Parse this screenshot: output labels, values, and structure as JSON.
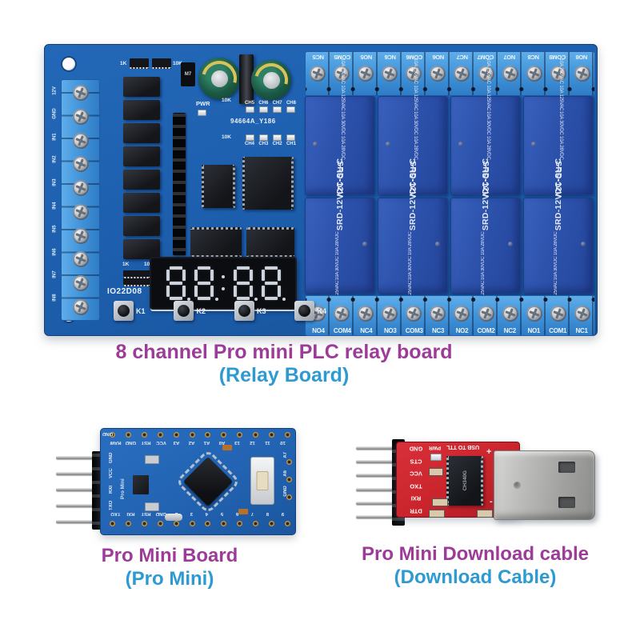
{
  "captions": {
    "relay": {
      "title": "8 channel Pro mini PLC relay board",
      "subtitle": "(Relay Board)"
    },
    "pro_mini": {
      "title": "Pro Mini Board",
      "subtitle": "(Pro Mini)"
    },
    "cable": {
      "title": "Pro Mini Download cable",
      "subtitle": "(Download Cable)"
    }
  },
  "colors": {
    "title_purple": "#9c3c98",
    "subtitle_blue": "#2d9ad2",
    "relay_pcb_blue": "#1f63b3",
    "relay_body_blue": "#2d53ad",
    "terminal_strip_blue": "#459ade",
    "pro_mini_pcb_blue": "#2467b8",
    "cable_pcb_red": "#c9242c"
  },
  "relay_board": {
    "display_value": "8.8.8.8",
    "silk": {
      "model": "IO22D08",
      "pwr": "PWR",
      "code": "94664A_Y186",
      "res_a": "1K",
      "res_b": "10K",
      "diode": "M7"
    },
    "relay_print": {
      "line1": "10A 250VAC 10A 125VAC",
      "line2": "10A 30VDC 10A 28VDC",
      "line3": "SRD-12VDC-SL-C"
    },
    "buttons": [
      "K1",
      "K2",
      "K3",
      "K4"
    ],
    "ch_top": [
      "CH5",
      "CH6",
      "CH7",
      "CH8"
    ],
    "ch_bottom": [
      "CH4",
      "CH3",
      "CH2",
      "CH1"
    ],
    "terminals_top": [
      "NC5",
      "COM5",
      "NO5",
      "NC6",
      "COM6",
      "NO6",
      "NC7",
      "COM7",
      "NO7",
      "NC8",
      "COM8",
      "NO8"
    ],
    "terminals_bottom": [
      "NO4",
      "COM4",
      "NC4",
      "NO3",
      "COM3",
      "NC3",
      "NO2",
      "COM2",
      "NC2",
      "NO1",
      "COM1",
      "NC1"
    ],
    "terminals_left": [
      "12V",
      "GND",
      "IN1",
      "IN2",
      "IN3",
      "IN4",
      "IN5",
      "IN6",
      "IN7",
      "IN8"
    ]
  },
  "pro_mini": {
    "labels_top": [
      "RAW",
      "GND",
      "RST",
      "VCC",
      "A3",
      "A2",
      "A1",
      "A0",
      "13",
      "12",
      "11",
      "10"
    ],
    "labels_bottom": [
      "TXO",
      "RXI",
      "RST",
      "GND",
      "2",
      "3",
      "4",
      "5",
      "6",
      "7",
      "8",
      "9"
    ],
    "labels_left": [
      "GND",
      "VCC",
      "RXI",
      "TXO"
    ],
    "labels_right": [
      "A7",
      "A6",
      "GND"
    ],
    "corner_label": "GND",
    "board_name": "Pro Mini"
  },
  "cable": {
    "pin_labels": [
      "GND",
      "CTS",
      "VCC",
      "TXO",
      "RXI",
      "DTR"
    ],
    "pwr_label": "PWR",
    "top_text": "USB TO TTL",
    "chip_label": "CH340G",
    "plus": "+",
    "minus": "-"
  }
}
